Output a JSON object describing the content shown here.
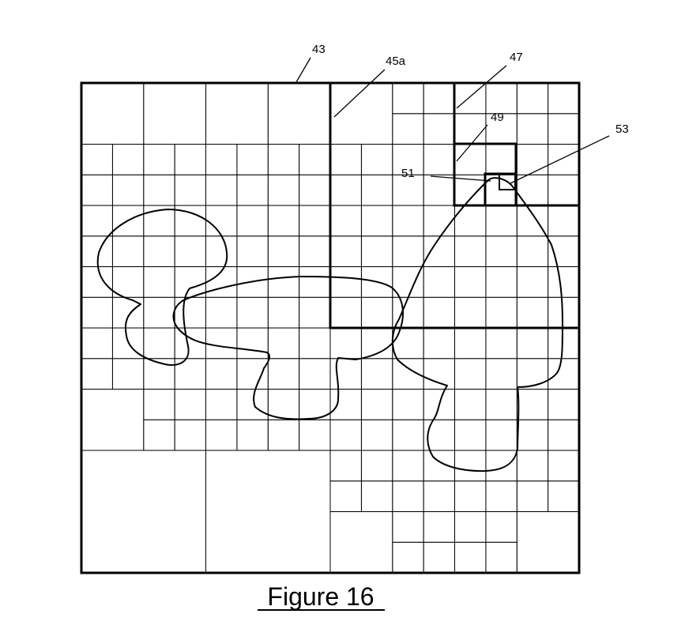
{
  "figure": {
    "caption": "Figure 16",
    "reference_numerals": {
      "r43": "43",
      "r45a": "45a",
      "r47": "47",
      "r49": "49",
      "r51": "51",
      "r53": "53"
    },
    "shapes": [
      "left-mushroom",
      "center-mushroom",
      "right-mushroom"
    ],
    "line_color": "#000000",
    "background_color": "#ffffff"
  }
}
